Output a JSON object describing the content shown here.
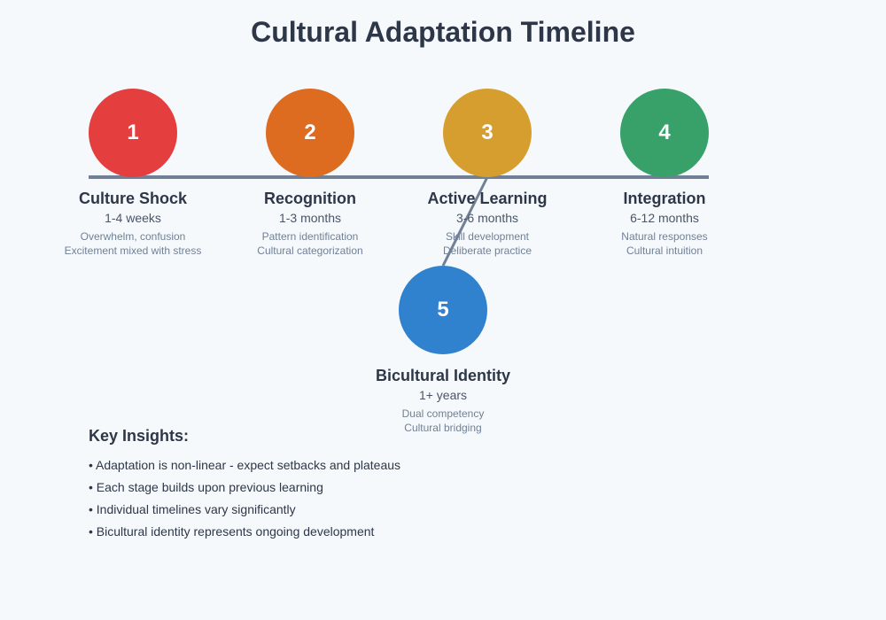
{
  "title": "Cultural Adaptation Timeline",
  "colors": {
    "axis": "#718096",
    "stage1": "#e53e3e",
    "stage2": "#dd6b20",
    "stage3": "#d69e2e",
    "stage4": "#38a169",
    "stage5": "#3182ce"
  },
  "stages": [
    {
      "number": "1",
      "name": "Culture Shock",
      "duration": "1-4 weeks",
      "desc1": "Overwhelm, confusion",
      "desc2": "Excitement mixed with stress"
    },
    {
      "number": "2",
      "name": "Recognition",
      "duration": "1-3 months",
      "desc1": "Pattern identification",
      "desc2": "Cultural categorization"
    },
    {
      "number": "3",
      "name": "Active Learning",
      "duration": "3-6 months",
      "desc1": "Skill development",
      "desc2": "Deliberate practice"
    },
    {
      "number": "4",
      "name": "Integration",
      "duration": "6-12 months",
      "desc1": "Natural responses",
      "desc2": "Cultural intuition"
    },
    {
      "number": "5",
      "name": "Bicultural Identity",
      "duration": "1+ years",
      "desc1": "Dual competency",
      "desc2": "Cultural bridging"
    }
  ],
  "insights": {
    "title": "Key Insights:",
    "items": [
      "• Adaptation is non-linear - expect setbacks and plateaus",
      "• Each stage builds upon previous learning",
      "• Individual timelines vary significantly",
      "• Bicultural identity represents ongoing development"
    ]
  }
}
